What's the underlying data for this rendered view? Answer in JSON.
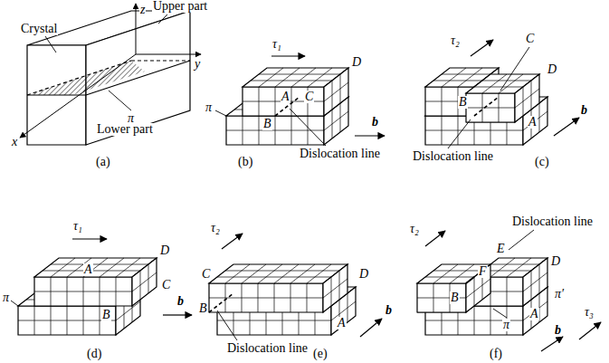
{
  "diagram": {
    "labels": [
      "z",
      "Upper part",
      "Crystal",
      "y",
      "π",
      "Lower part",
      "x",
      "(a)",
      "τ₁",
      "D",
      "A",
      "π",
      "B",
      "C",
      "Dislocation line",
      "b",
      "(b)",
      "τ₂",
      "C",
      "B",
      "D",
      "A",
      "Dislocation line",
      "b",
      "(c)",
      "τ₁",
      "π",
      "A",
      "D",
      "C",
      "B",
      "b",
      "(d)",
      "τ₂",
      "C",
      "B",
      "D",
      "A",
      "Dislocation line",
      "b",
      "(e)",
      "τ₂",
      "Dislocation line",
      "E",
      "F",
      "D",
      "B",
      "π′",
      "π",
      "A",
      "b",
      "τ₃",
      "(f)"
    ]
  }
}
